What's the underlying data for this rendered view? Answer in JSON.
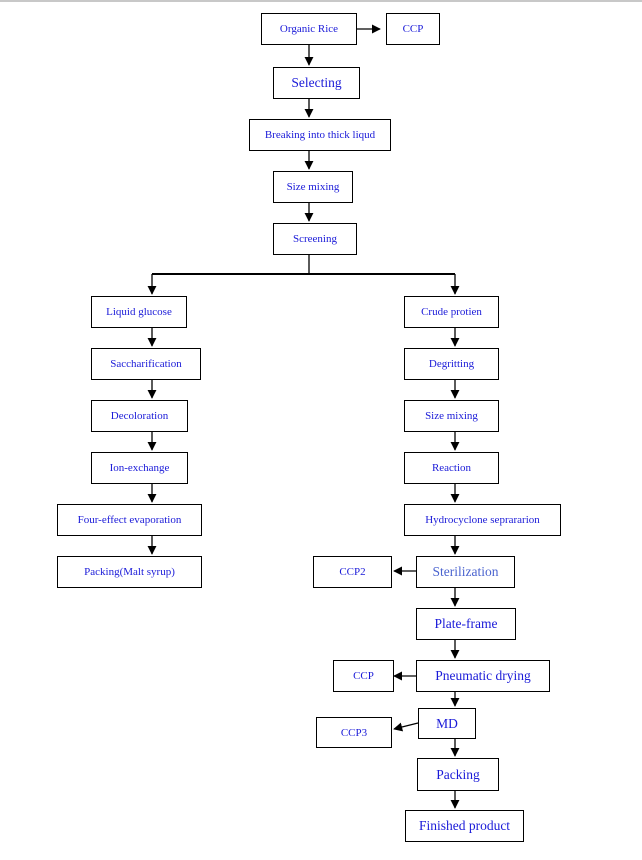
{
  "nodes": {
    "organic_rice": "Organic Rice",
    "ccp_top": "CCP",
    "selecting": "Selecting",
    "breaking": "Breaking into thick liqud",
    "size_mixing_top": "Size mixing",
    "screening": "Screening",
    "liquid_glucose": "Liquid glucose",
    "saccharification": "Saccharification",
    "decoloration": "Decoloration",
    "ion_exchange": "Ion-exchange",
    "four_effect": "Four-effect evaporation",
    "packing_malt": "Packing(Malt syrup)",
    "crude_protien": "Crude protien",
    "degritting": "Degritting",
    "size_mixing_right": "Size mixing",
    "reaction": "Reaction",
    "hydrocyclone": "Hydrocyclone seprararion",
    "sterilization": "Sterilization",
    "ccp2": "CCP2",
    "plate_frame": "Plate-frame",
    "pneumatic": "Pneumatic drying",
    "ccp_mid": "CCP",
    "md": "MD",
    "ccp3": "CCP3",
    "packing": "Packing",
    "finished": "Finished product"
  },
  "colors": {
    "text": "#1a1ad8",
    "line": "#000000"
  }
}
